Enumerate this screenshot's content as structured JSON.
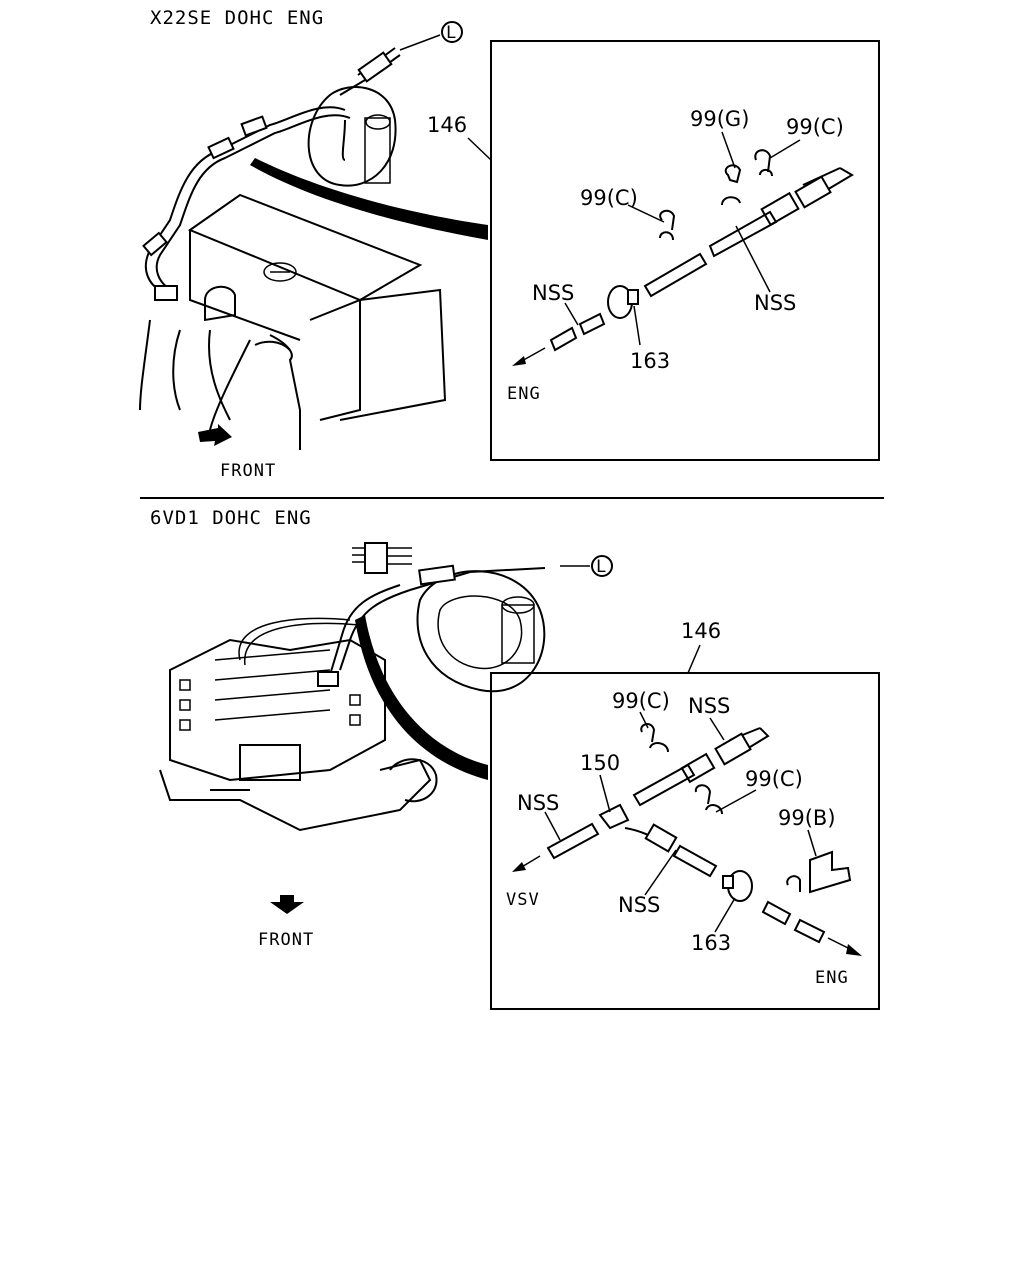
{
  "top_section": {
    "title": "X22SE DOHC ENG",
    "ref_marker": "L",
    "callouts": {
      "assembly": "146",
      "clip_g": "99(G)",
      "clip_c_right": "99(C)",
      "clip_c_left": "99(C)",
      "nss_left": "NSS",
      "nss_right": "NSS",
      "valve": "163"
    },
    "direction_eng": "ENG",
    "front": "FRONT"
  },
  "bottom_section": {
    "title": "6VD1 DOHC ENG",
    "ref_marker": "L",
    "callouts": {
      "assembly": "146",
      "clip_c_top": "99(C)",
      "nss_top": "NSS",
      "tee": "150",
      "nss_left": "NSS",
      "clip_c_mid": "99(C)",
      "clip_b": "99(B)",
      "nss_bottom": "NSS",
      "valve": "163"
    },
    "direction_vsv": "VSV",
    "direction_eng": "ENG",
    "front": "FRONT"
  }
}
